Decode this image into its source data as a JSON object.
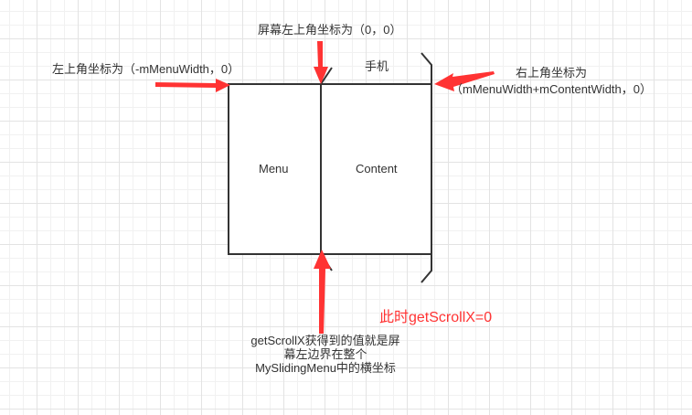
{
  "diagram": {
    "labels": {
      "top_left_coord": "左上角坐标为（-mMenuWidth，0）",
      "screen_top_left_coord": "屏幕左上角坐标为（0，0）",
      "phone": "手机",
      "top_right_coord_line1": "右上角坐标为",
      "top_right_coord_line2": "（mMenuWidth+mContentWidth，0）",
      "menu": "Menu",
      "content": "Content",
      "scroll_note_line1": "getScrollX获得到的值就是屏",
      "scroll_note_line2": "幕左边界在整个",
      "scroll_note_line3": "MySlidingMenu中的横坐标",
      "scroll_value": "此时getScrollX=0"
    },
    "colors": {
      "arrow": "#ff3333",
      "box_stroke": "#333333",
      "text": "#333333",
      "highlight_text": "#ff3333",
      "grid": "#e3e3e3"
    }
  }
}
